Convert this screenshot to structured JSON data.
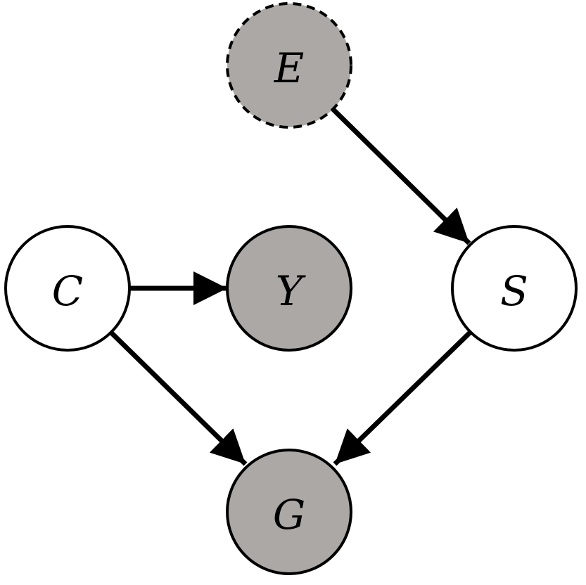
{
  "colors": {
    "observed_fill": "#ABA8A6",
    "latent_fill": "#FFFFFF",
    "stroke": "#000000",
    "background": "#FFFFFF"
  },
  "nodes": {
    "E": {
      "label": "E",
      "observed": true,
      "dashed_border": true
    },
    "C": {
      "label": "C",
      "observed": false,
      "dashed_border": false
    },
    "Y": {
      "label": "Y",
      "observed": true,
      "dashed_border": false
    },
    "S": {
      "label": "S",
      "observed": false,
      "dashed_border": false
    },
    "G": {
      "label": "G",
      "observed": true,
      "dashed_border": false
    }
  },
  "edges": [
    {
      "from": "E",
      "to": "S"
    },
    {
      "from": "C",
      "to": "Y"
    },
    {
      "from": "C",
      "to": "G"
    },
    {
      "from": "S",
      "to": "G"
    }
  ]
}
